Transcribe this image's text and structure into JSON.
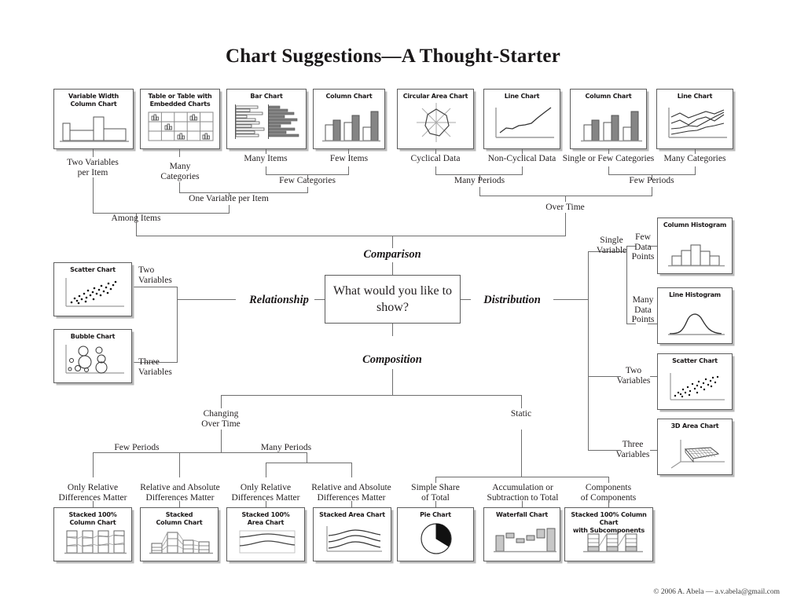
{
  "title": "Chart Suggestions—A Thought-Starter",
  "hub": {
    "question": "What would you like to show?"
  },
  "categories": {
    "comparison": "Comparison",
    "relationship": "Relationship",
    "distribution": "Distribution",
    "composition": "Composition"
  },
  "charts": {
    "variable_width_column": "Variable Width\nColumn Chart",
    "variable_width_column_l1": "Variable Width",
    "variable_width_column_l2": "Column Chart",
    "table_embedded_l1": "Table or Table with",
    "table_embedded_l2": "Embedded Charts",
    "bar_chart": "Bar Chart",
    "column_chart": "Column Chart",
    "circular_area": "Circular Area Chart",
    "line_chart": "Line Chart",
    "column_chart_2": "Column Chart",
    "line_chart_2": "Line Chart",
    "scatter_chart": "Scatter Chart",
    "bubble_chart": "Bubble Chart",
    "column_histogram": "Column Histogram",
    "line_histogram": "Line Histogram",
    "scatter_chart_2": "Scatter Chart",
    "area_3d": "3D Area Chart",
    "stacked100_column_l1": "Stacked 100%",
    "stacked100_column_l2": "Column Chart",
    "stacked_column_l1": "Stacked",
    "stacked_column_l2": "Column Chart",
    "stacked100_area_l1": "Stacked 100%",
    "stacked100_area_l2": "Area Chart",
    "stacked_area": "Stacked Area Chart",
    "pie_chart": "Pie Chart",
    "waterfall_chart": "Waterfall Chart",
    "stacked100_sub_l1": "Stacked 100% Column Chart",
    "stacked100_sub_l2": "with Subcomponents"
  },
  "comparison_labels": {
    "two_variables_per_item_l1": "Two Variables",
    "two_variables_per_item_l2": "per Item",
    "many_categories_l1": "Many",
    "many_categories_l2": "Categories",
    "many_items": "Many Items",
    "few_items": "Few Items",
    "few_categories": "Few Categories",
    "one_variable_per_item": "One Variable per Item",
    "among_items": "Among Items",
    "cyclical_data": "Cyclical Data",
    "non_cyclical_data": "Non-Cyclical Data",
    "single_or_few_categories": "Single or Few Categories",
    "many_categories_time": "Many Categories",
    "many_periods": "Many Periods",
    "few_periods": "Few Periods",
    "over_time": "Over Time"
  },
  "relationship_labels": {
    "two_variables_l1": "Two",
    "two_variables_l2": "Variables",
    "three_variables_l1": "Three",
    "three_variables_l2": "Variables"
  },
  "distribution_labels": {
    "single_variable_l1": "Single",
    "single_variable_l2": "Variable",
    "few_data_points_l1": "Few",
    "few_data_points_l2": "Data",
    "few_data_points_l3": "Points",
    "many_data_points_l1": "Many",
    "many_data_points_l2": "Data",
    "many_data_points_l3": "Points",
    "two_variables_l1": "Two",
    "two_variables_l2": "Variables",
    "three_variables_l1": "Three",
    "three_variables_l2": "Variables"
  },
  "composition_labels": {
    "changing_over_time_l1": "Changing",
    "changing_over_time_l2": "Over Time",
    "static": "Static",
    "few_periods": "Few Periods",
    "many_periods": "Many Periods",
    "only_relative_l1": "Only Relative",
    "only_relative_l2": "Differences Matter",
    "rel_abs_l1": "Relative and Absolute",
    "rel_abs_l2": "Differences Matter",
    "only_relative2_l1": "Only Relative",
    "only_relative2_l2": "Differences Matter",
    "rel_abs2_l1": "Relative and Absolute",
    "rel_abs2_l2": "Differences Matter",
    "simple_share_l1": "Simple Share",
    "simple_share_l2": "of Total",
    "accumulation_l1": "Accumulation or",
    "accumulation_l2": "Subtraction to Total",
    "components_l1": "Components",
    "components_l2": "of Components"
  },
  "credit": "© 2006  A. Abela — a.v.abela@gmail.com",
  "colors": {
    "ink": "#231f20",
    "line": "#6e6e6e",
    "box_border": "#5d5d5d",
    "shadow": "#b9b9b9",
    "fill_light": "#ffffff",
    "fill_dark": "#8a8a8a"
  },
  "chart_data": {
    "type": "diagram",
    "title": "Chart Suggestions—A Thought-Starter",
    "root": "What would you like to show?",
    "branches": [
      {
        "name": "Comparison",
        "children": [
          {
            "name": "Among Items",
            "children": [
              {
                "name": "Two Variables per Item",
                "chart": "Variable Width Column Chart"
              },
              {
                "name": "One Variable per Item",
                "children": [
                  {
                    "name": "Many Categories",
                    "chart": "Table or Table with Embedded Charts"
                  },
                  {
                    "name": "Few Categories",
                    "children": [
                      {
                        "name": "Many Items",
                        "chart": "Bar Chart"
                      },
                      {
                        "name": "Few Items",
                        "chart": "Column Chart"
                      }
                    ]
                  }
                ]
              }
            ]
          },
          {
            "name": "Over Time",
            "children": [
              {
                "name": "Many Periods",
                "children": [
                  {
                    "name": "Cyclical Data",
                    "chart": "Circular Area Chart"
                  },
                  {
                    "name": "Non-Cyclical Data",
                    "chart": "Line Chart"
                  }
                ]
              },
              {
                "name": "Few Periods",
                "children": [
                  {
                    "name": "Single or Few Categories",
                    "chart": "Column Chart"
                  },
                  {
                    "name": "Many Categories",
                    "chart": "Line Chart"
                  }
                ]
              }
            ]
          }
        ]
      },
      {
        "name": "Relationship",
        "children": [
          {
            "name": "Two Variables",
            "chart": "Scatter Chart"
          },
          {
            "name": "Three Variables",
            "chart": "Bubble Chart"
          }
        ]
      },
      {
        "name": "Distribution",
        "children": [
          {
            "name": "Single Variable",
            "children": [
              {
                "name": "Few Data Points",
                "chart": "Column Histogram"
              },
              {
                "name": "Many Data Points",
                "chart": "Line Histogram"
              }
            ]
          },
          {
            "name": "Two Variables",
            "chart": "Scatter Chart"
          },
          {
            "name": "Three Variables",
            "chart": "3D Area Chart"
          }
        ]
      },
      {
        "name": "Composition",
        "children": [
          {
            "name": "Changing Over Time",
            "children": [
              {
                "name": "Few Periods",
                "children": [
                  {
                    "name": "Only Relative Differences Matter",
                    "chart": "Stacked 100% Column Chart"
                  },
                  {
                    "name": "Relative and Absolute Differences Matter",
                    "chart": "Stacked Column Chart"
                  }
                ]
              },
              {
                "name": "Many Periods",
                "children": [
                  {
                    "name": "Only Relative Differences Matter",
                    "chart": "Stacked 100% Area Chart"
                  },
                  {
                    "name": "Relative and Absolute Differences Matter",
                    "chart": "Stacked Area Chart"
                  }
                ]
              }
            ]
          },
          {
            "name": "Static",
            "children": [
              {
                "name": "Simple Share of Total",
                "chart": "Pie Chart"
              },
              {
                "name": "Accumulation or Subtraction to Total",
                "chart": "Waterfall Chart"
              },
              {
                "name": "Components of Components",
                "chart": "Stacked 100% Column Chart with Subcomponents"
              }
            ]
          }
        ]
      }
    ]
  }
}
